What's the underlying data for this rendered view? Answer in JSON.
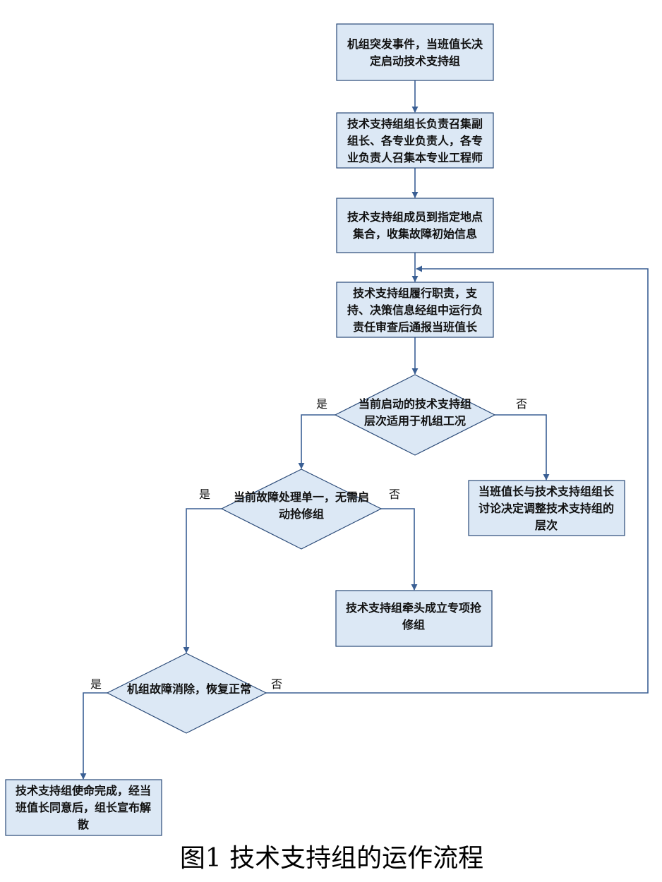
{
  "nodes": {
    "start": [
      "机组突发事件，当班值长决",
      "定启动技术支持组"
    ],
    "convene": [
      "技术支持组组长负责召集副",
      "组长、各专业负责人，各专",
      "业负责人召集本专业工程师"
    ],
    "assemble": [
      "技术支持组成员到指定地点",
      "集合，收集故障初始信息"
    ],
    "perform": [
      "技术支持组履行职责，支",
      "持、决策信息经组中运行负",
      "责任审查后通报当班值长"
    ],
    "level_check": [
      "当前启动的技术支持组",
      "层次适用于机组工况"
    ],
    "adjust_level": [
      "当班值长与技术支持组组长",
      "讨论决定调整技术支持组的",
      "层次"
    ],
    "fault_check": [
      "当前故障处理单一，无需启",
      "动抢修组"
    ],
    "repair_team": [
      "技术支持组牵头成立专项抢",
      "修组"
    ],
    "cleared_check": [
      "机组故障消除，恢复正常"
    ],
    "dissolve": [
      "技术支持组使命完成，经当",
      "班值长同意后，组长宣布解",
      "散"
    ]
  },
  "labels": {
    "yes": "是",
    "no": "否"
  },
  "caption": "图1  技术支持组的运作流程"
}
